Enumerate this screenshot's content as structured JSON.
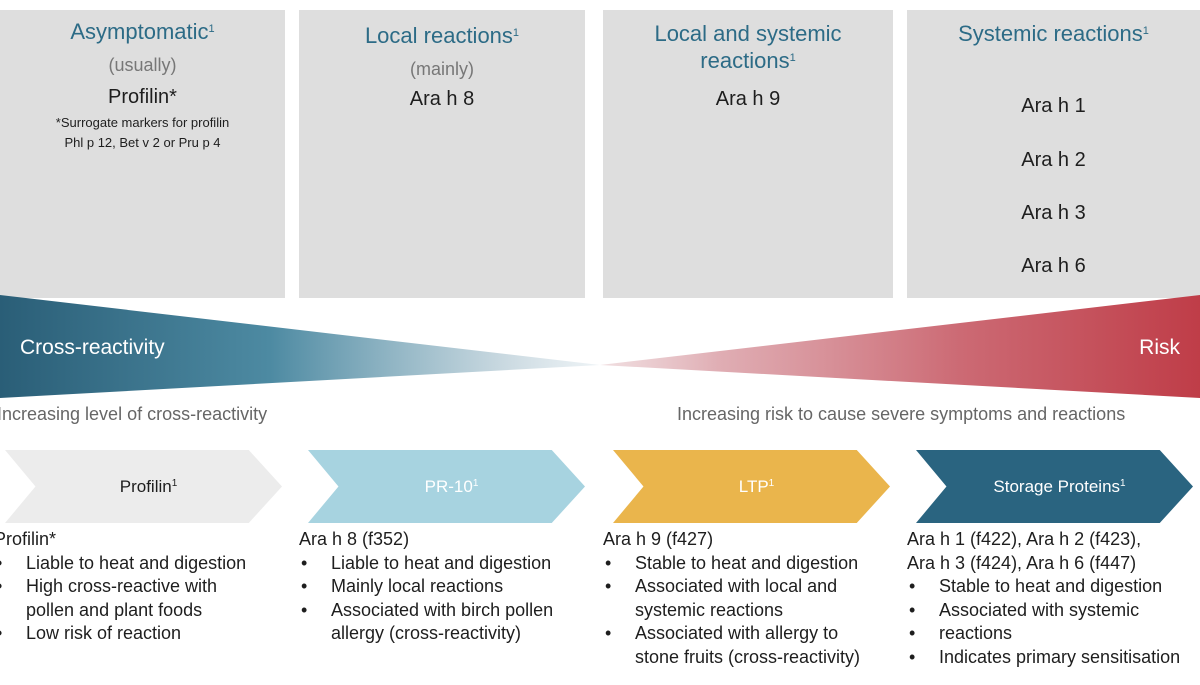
{
  "columns": [
    {
      "title": "Asymptomatic",
      "title_sup": "1",
      "subtitle": "(usually)",
      "main": "Profilin*",
      "note1": "*Surrogate markers for profilin",
      "note2": "Phl p 12, Bet v 2 or Pru p 4"
    },
    {
      "title": "Local reactions",
      "title_sup": "1",
      "subtitle": "(mainly)",
      "main": "Ara h 8"
    },
    {
      "title_line1": "Local and systemic",
      "title_line2": "reactions",
      "title_sup": "1",
      "main": "Ara h 9"
    },
    {
      "title": "Systemic reactions",
      "title_sup": "1",
      "items": [
        "Ara h 1",
        "Ara h 2",
        "Ara h 3",
        "Ara h 6"
      ]
    }
  ],
  "wedges": {
    "left_label": "Cross-reactivity",
    "right_label": "Risk",
    "left_caption": "Increasing level of cross-reactivity",
    "right_caption": "Increasing risk to cause severe symptoms and reactions",
    "colors": {
      "left": "#2b5f78",
      "right": "#c0414b"
    }
  },
  "chevrons": [
    {
      "label": "Profilin",
      "sup": "1",
      "color": "#ececec",
      "text_color": "#1e1e1e"
    },
    {
      "label": "PR-10",
      "sup": "1",
      "color": "#a7d3e0",
      "text_color": "#ffffff"
    },
    {
      "label": "LTP",
      "sup": "1",
      "color": "#eab54c",
      "text_color": "#ffffff"
    },
    {
      "label": "Storage Proteins",
      "sup": "1",
      "color": "#2a6480",
      "text_color": "#ffffff"
    }
  ],
  "descriptions": [
    {
      "head": "Profilin*",
      "bullets": [
        "Liable to heat and digestion",
        "High cross-reactive with",
        "pollen and plant foods",
        "Low risk of reaction"
      ]
    },
    {
      "head": "Ara h 8 (f352)",
      "bullets": [
        "Liable to heat and digestion",
        "Mainly local reactions",
        "Associated with birch pollen",
        "allergy (cross-reactivity)"
      ]
    },
    {
      "head": "Ara h 9 (f427)",
      "bullets": [
        "Stable to heat and digestion",
        "Associated with local and",
        "systemic reactions",
        "Associated with allergy to",
        "stone  fruits (cross-reactivity)"
      ]
    },
    {
      "head1": "Ara h 1 (f422), Ara h 2 (f423),",
      "head2": "Ara h 3 (f424), Ara h 6 (f447)",
      "bullets": [
        "Stable to heat and digestion",
        "Associated with systemic",
        "reactions",
        "Indicates primary sensitisation"
      ]
    }
  ],
  "bullet_char": "•"
}
